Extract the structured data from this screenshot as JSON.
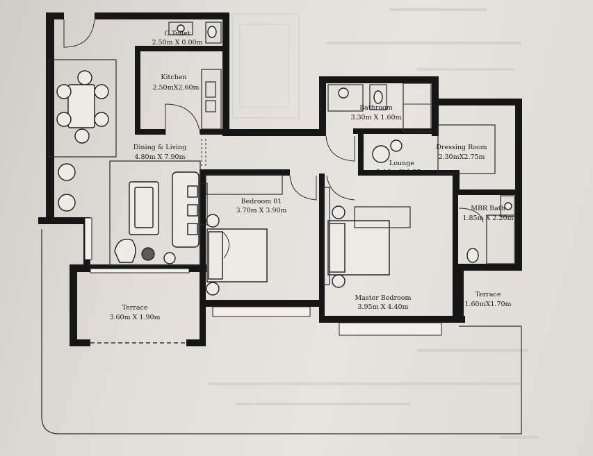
{
  "rooms": [
    {
      "name": "G.Toilet",
      "dims": "2.50m X 0.00m"
    },
    {
      "name": "Kitchen",
      "dims": "2.50mX2.60m"
    },
    {
      "name": "Dining & Living",
      "dims": "4.80m X 7.90m"
    },
    {
      "name": "Bathroom",
      "dims": "3.30m X 1.60m"
    },
    {
      "name": "Dressing Room",
      "dims": "2.30mX2.75m"
    },
    {
      "name": "Lounge",
      "dims": "2.10m X 1.25m"
    },
    {
      "name": "Bedroom 01",
      "dims": "3.70m X 3.90m"
    },
    {
      "name": "MBR Bath",
      "dims": "1.85m X 2.20m"
    },
    {
      "name": "Master Bedroom",
      "dims": "3.95m X 4.40m"
    },
    {
      "name": "Terrace",
      "dims": "3.60m X 1.90m"
    },
    {
      "name": "Terrace",
      "dims": "1.60mX1.70m"
    }
  ],
  "colors": {
    "wall": "#161616",
    "paper": "#e4e2dc",
    "line": "#2a2a2a"
  }
}
